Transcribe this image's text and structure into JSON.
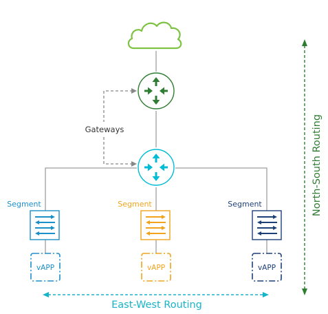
{
  "colors": {
    "green": "#7dc242",
    "router_green": "#2e7d32",
    "cyan": "#00bcd4",
    "blue": "#1a8fc9",
    "orange": "#f0a31b",
    "navy": "#1c3f7a",
    "line": "#9e9e9e",
    "dashed": "#888888",
    "axis_green": "#2e7d32",
    "ew_text": "#17b4c8"
  },
  "labels": {
    "gateways": "Gateways",
    "segment_left": "Segment",
    "segment_mid": "Segment",
    "segment_right": "Segment",
    "vapp_left": "vAPP",
    "vapp_mid": "vAPP",
    "vapp_right": "vAPP",
    "north_south": "North-South Routing",
    "east_west": "East-West Routing"
  },
  "icons": {
    "cloud": "cloud-icon",
    "tier0": "tier0-router-icon",
    "tier1": "tier1-router-icon",
    "segment": "segment-switch-icon",
    "vapp": "vapp-icon"
  }
}
